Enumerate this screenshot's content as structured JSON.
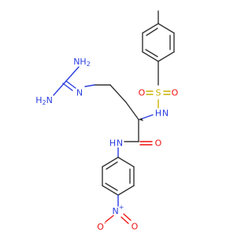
{
  "molecule": {
    "colors": {
      "carbon": "#333333",
      "nitrogen": "#2b3de0",
      "oxygen": "#ee1111",
      "sulfur": "#c9b000"
    },
    "labels": {
      "nh2_top": "NH",
      "nh2_top_sub": "2",
      "h2n_left": "H",
      "h2n_left_sub": "2",
      "h2n_left_n": "N",
      "n_guanidine": "N",
      "s": "S",
      "o_s_left": "O",
      "o_s_right": "O",
      "nh_sulfonamide": "N",
      "nh_sulfonamide_h": "H",
      "o_amide": "O",
      "nh_amide_h": "H",
      "nh_amide_n": "N",
      "n_nitro": "N",
      "n_nitro_charge": "+",
      "o_nitro_left": "O",
      "o_nitro_left_charge": "-",
      "o_nitro_right": "O"
    }
  }
}
